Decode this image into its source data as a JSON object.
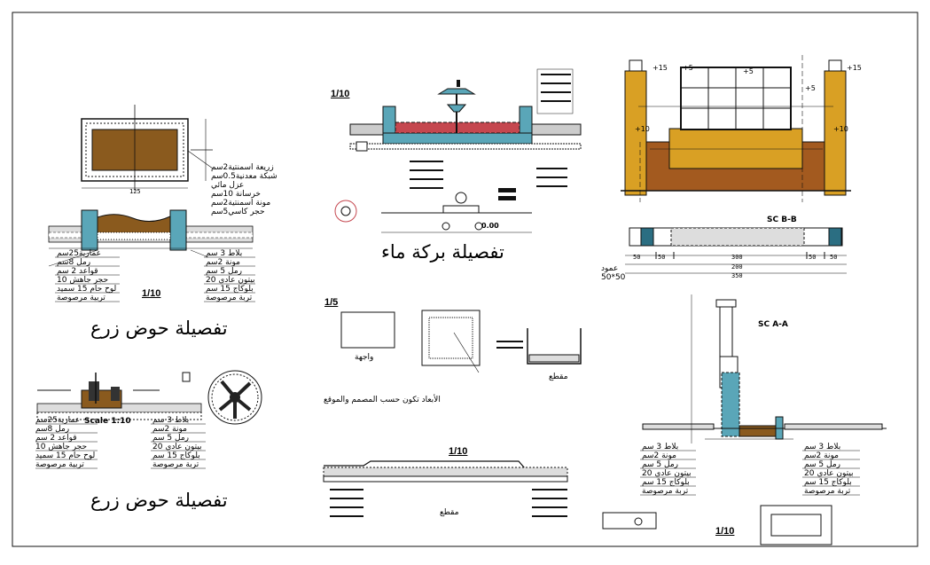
{
  "sheet": {
    "titles": {
      "planter_1": "تفصيلة حوض زرع",
      "planter_2": "تفصيلة حوض زرع",
      "water_pool": "تفصيلة بركة ماء"
    },
    "scales": {
      "planter_1": "1/10",
      "pool": "1/10",
      "right_bottom": "1/10",
      "box": "1/5",
      "planter_2_scale": "Scale 1:10",
      "strip": "1/10"
    },
    "planter_layers_left": [
      "عمارية25سم",
      "رمل 8سم",
      "قواعد 2 سم",
      "حجر جاهش 10",
      "لوح حام 15 سميد",
      "تربية مرصوصة"
    ],
    "planter_layers_right": [
      "بلاط 3 سم",
      "مونة 2سم",
      "رمل 5 سم",
      "بيتون عادي 20",
      "بلوكاج 15 سم",
      "تربة مرصوصة"
    ],
    "planter_top_notes": [
      "زريعة اسمنتية2سم",
      "شبكة معدنية0.5سم",
      "عزل مائي",
      "خرسانة 10سم",
      "مونة اسمنتية2سم",
      "حجر كاسي5سم"
    ],
    "section_labels": {
      "section_bb": "SC B-B",
      "section_aa": "SC A-A",
      "cut": "مقطع",
      "facade": "واجهة"
    },
    "dimensions": [
      "50",
      "50",
      "300",
      "50",
      "50",
      "200",
      "350",
      "125"
    ],
    "levels": [
      "+15",
      "+5",
      "+5",
      "+5",
      "+10",
      "+10",
      "+15",
      "0.00"
    ],
    "notes": {
      "column": "عمود\n50*50",
      "box_caption": "الأبعاد تكون حسب المصمم والموقع"
    }
  }
}
